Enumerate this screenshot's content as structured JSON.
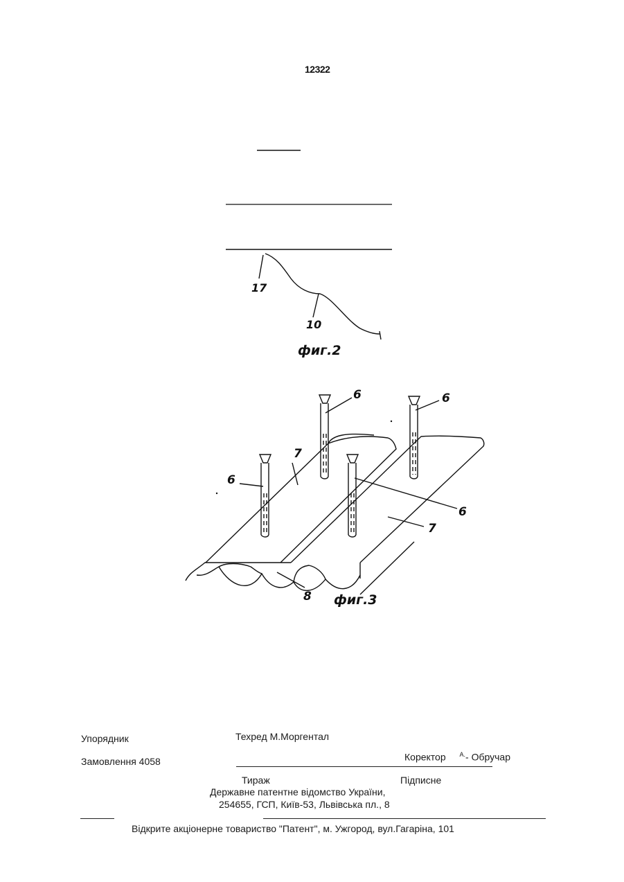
{
  "header": {
    "page_number": "12322"
  },
  "figures": {
    "fig2": {
      "caption": "фиг.2",
      "labels": {
        "l17": "17",
        "l10": "10"
      }
    },
    "fig3": {
      "caption": "фиг.3",
      "labels": {
        "l6a": "6",
        "l6b": "6",
        "l6c": "6",
        "l6d": "6",
        "l7a": "7",
        "l7b": "7",
        "l8": "8"
      }
    }
  },
  "footer": {
    "compiler": "Упорядник",
    "tech_editor": "Техред М.Моргентал",
    "order": "Замовлення 4058",
    "corrector_label": "Коректор",
    "corrector_sup": "А.",
    "corrector_name": "- Обручар",
    "circulation": "Тираж",
    "subscription": "Підписне",
    "office_line1": "Державне патентне відомство України,",
    "office_line2": "254655, ГСП, Київ-53, Львівська пл., 8",
    "publisher": "Відкрите акціонерне товариство \"Патент\", м. Ужгород, вул.Гагаріна, 101"
  }
}
